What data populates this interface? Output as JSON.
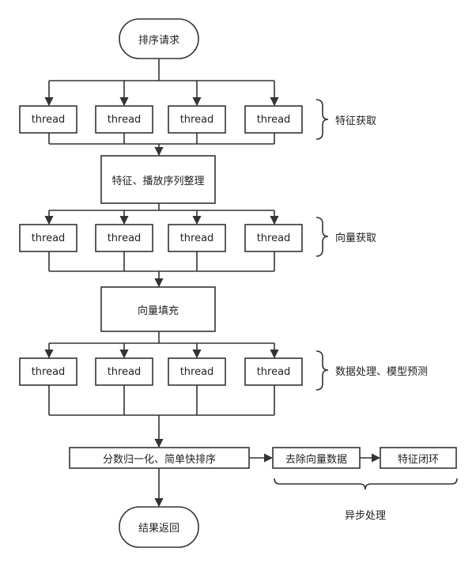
{
  "start": "排序请求",
  "groups": [
    {
      "threads": [
        "thread",
        "thread",
        "thread",
        "thread"
      ],
      "brace_label": "特征获取"
    },
    {
      "threads": [
        "thread",
        "thread",
        "thread",
        "thread"
      ],
      "brace_label": "向量获取"
    },
    {
      "threads": [
        "thread",
        "thread",
        "thread",
        "thread"
      ],
      "brace_label": "数据处理、模型预测"
    }
  ],
  "merge_steps": [
    "特征、播放序列整理",
    "向量填充"
  ],
  "normalize": "分数归一化、简单快排序",
  "async_steps": [
    "去除向量数据",
    "特征闭环"
  ],
  "async_label": "异步处理",
  "end": "结果返回",
  "colors": {
    "stroke": "#333333",
    "text": "#222222",
    "background": "#ffffff"
  }
}
